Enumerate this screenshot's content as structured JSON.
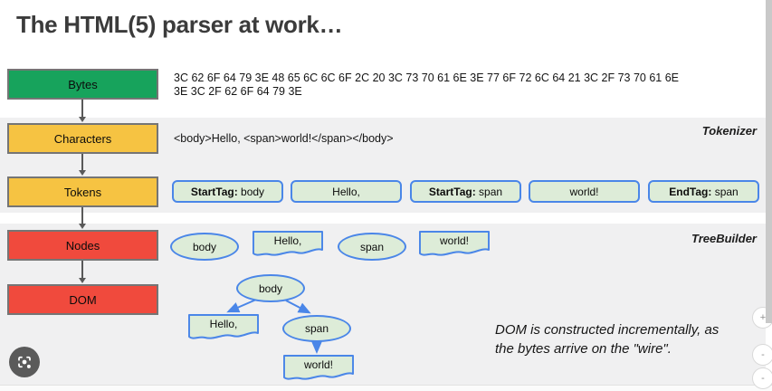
{
  "title": "The HTML(5) parser at work…",
  "stages": {
    "bytes": "Bytes",
    "characters": "Characters",
    "tokens": "Tokens",
    "nodes": "Nodes",
    "dom": "DOM"
  },
  "bytes_lines": [
    "3C 62 6F 64 79 3E 48 65 6C 6C 6F 2C 20 3C 73 70 61 6E 3E 77 6F 72 6C 64 21 3C 2F 73 70 61 6E",
    "3E 3C 2F 62 6F 64 79 3E"
  ],
  "characters_text": "<body>Hello, <span>world!</span></body>",
  "sections": {
    "tokenizer": "Tokenizer",
    "treebuilder": "TreeBuilder"
  },
  "tokens": [
    {
      "label": "StartTag:",
      "value": " body"
    },
    {
      "label": "",
      "value": "Hello,"
    },
    {
      "label": "StartTag:",
      "value": " span"
    },
    {
      "label": "",
      "value": "world!"
    },
    {
      "label": "EndTag:",
      "value": " span"
    }
  ],
  "nodes_row": {
    "body": "body",
    "hello": "Hello,",
    "span": "span",
    "world": "world!"
  },
  "dom_tree": {
    "root": "body",
    "text1": "Hello,",
    "child": "span",
    "text2": "world!"
  },
  "note_lines": [
    "DOM is constructed incrementally, as",
    "the bytes arrive on the \"wire\"."
  ],
  "edge_buttons": {
    "top": "+",
    "mid": "-",
    "bottom": "-"
  },
  "colors": {
    "stage_green": "#17a35c",
    "stage_yellow": "#f6c342",
    "stage_red": "#f04a3d",
    "node_fill": "#ddecd8",
    "node_border": "#4a86e8",
    "band_gray": "#f0f0f1",
    "arrow_gray": "#595959"
  }
}
